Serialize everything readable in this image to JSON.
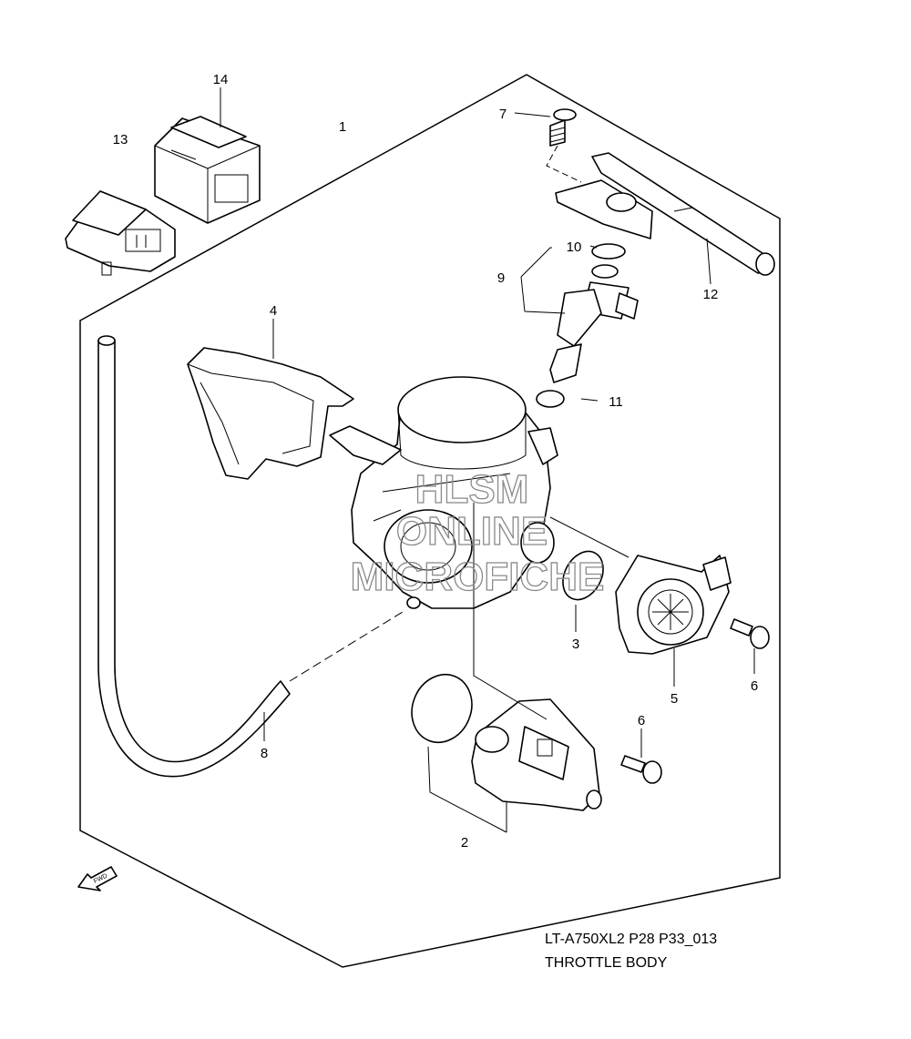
{
  "callouts": {
    "p1": "1",
    "p2": "2",
    "p3": "3",
    "p4": "4",
    "p5": "5",
    "p6a": "6",
    "p6b": "6",
    "p7": "7",
    "p8": "8",
    "p9": "9",
    "p10": "10",
    "p11": "11",
    "p12": "12",
    "p13": "13",
    "p14": "14"
  },
  "caption": {
    "code": "LT-A750XL2 P28 P33_013",
    "title": "THROTTLE BODY"
  },
  "watermark": {
    "line1": "HLSM",
    "line2": "ONLINE",
    "line3": "MICROFICHE"
  },
  "fwd_label": "FWD",
  "colors": {
    "line": "#000000",
    "watermark": "#8a8a8a",
    "background": "#ffffff"
  }
}
